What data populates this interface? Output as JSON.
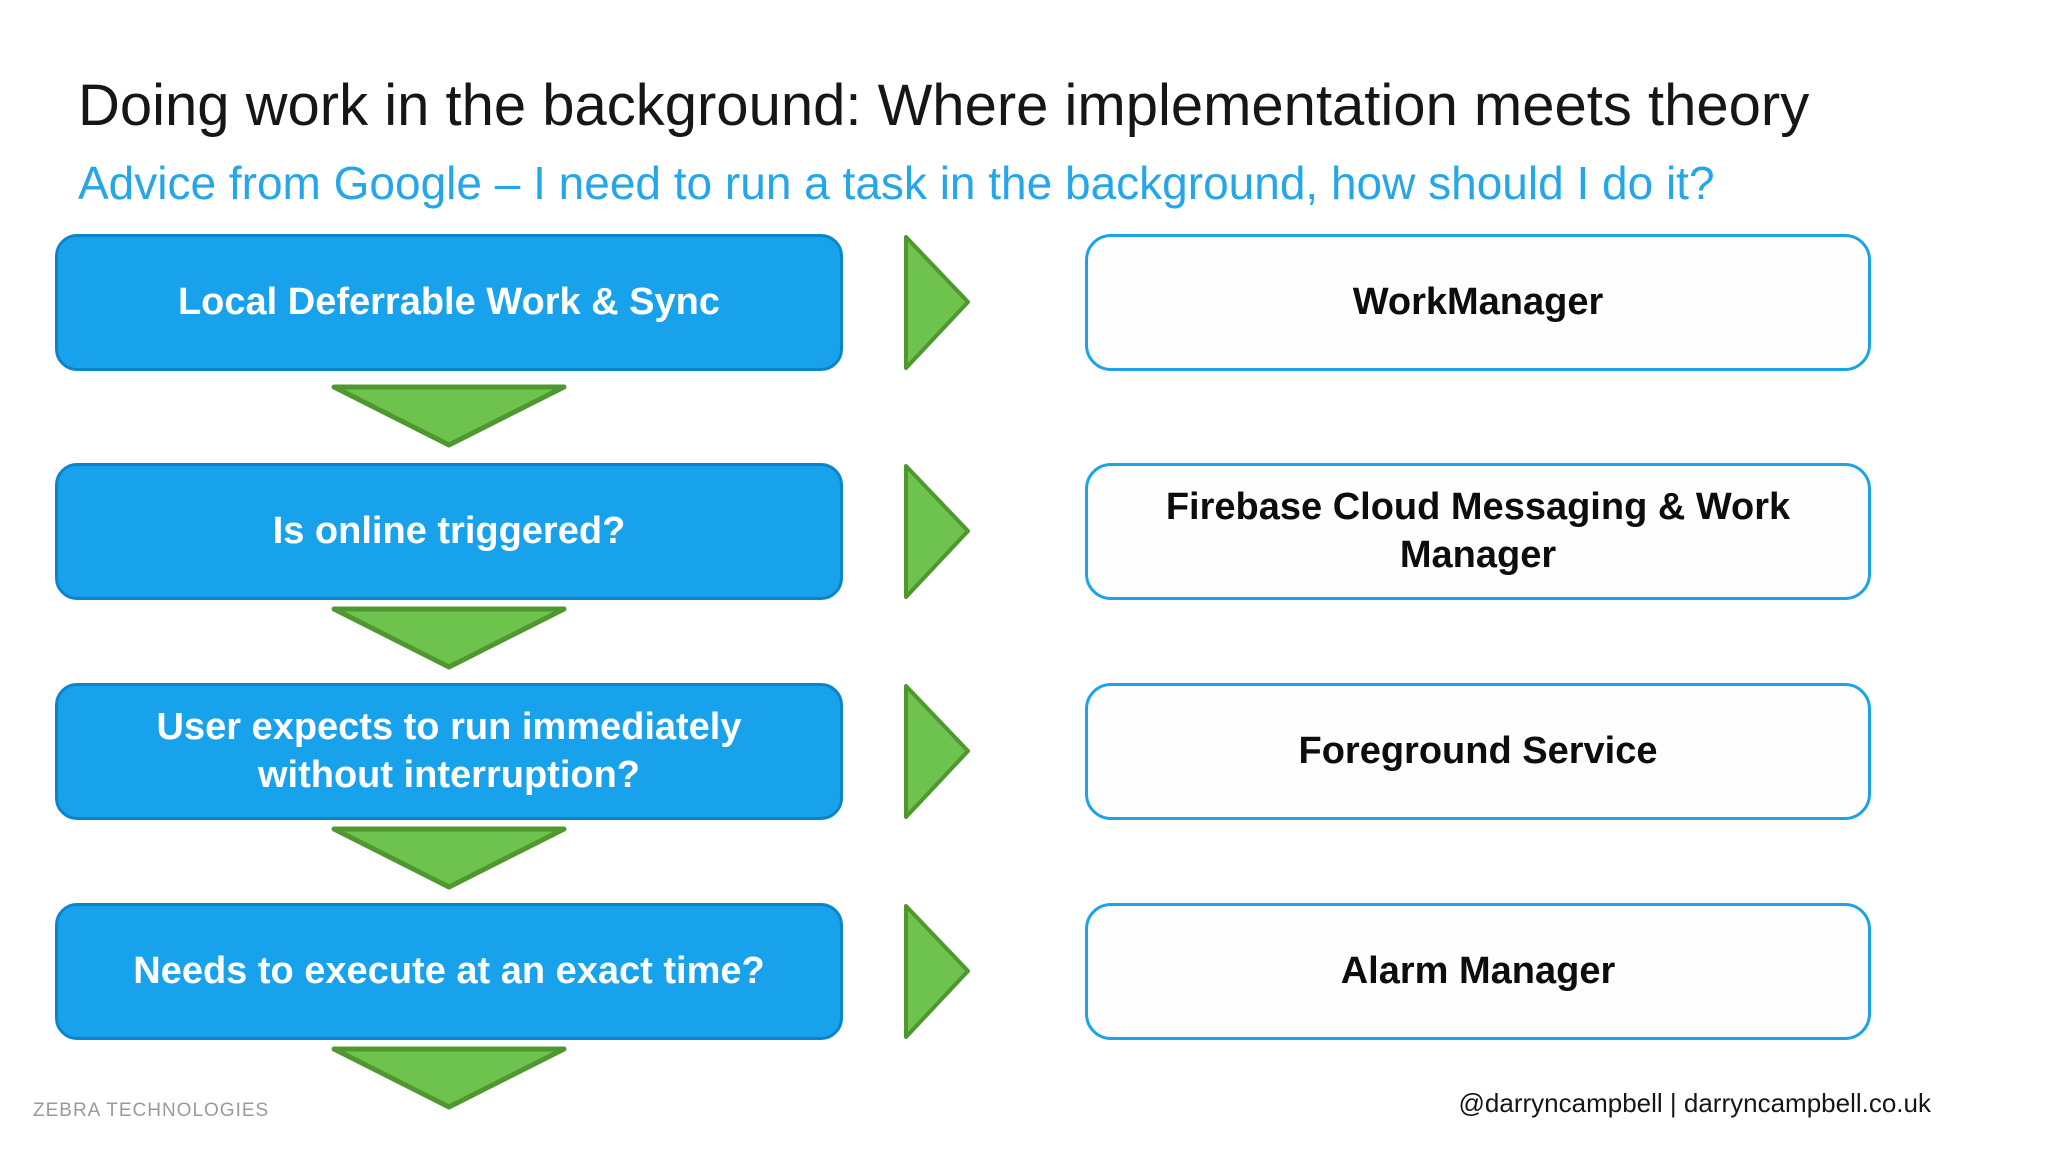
{
  "slide": {
    "title": "Doing work in the background: Where implementation meets theory",
    "subtitle": "Advice from Google – I need to run a task in the background, how should I do it?",
    "footer_left": "ZEBRA TECHNOLOGIES",
    "footer_right": "@darryncampbell | darryncampbell.co.uk"
  },
  "flowchart": {
    "rows": [
      {
        "question": "Local Deferrable Work & Sync",
        "answer": "WorkManager"
      },
      {
        "question": "Is online triggered?",
        "answer": "Firebase Cloud Messaging & Work Manager"
      },
      {
        "question": "User expects to run immediately without interruption?",
        "answer": "Foreground Service"
      },
      {
        "question": "Needs to execute at an exact time?",
        "answer": "Alarm Manager"
      }
    ]
  },
  "colors": {
    "question_fill": "#18a2ec",
    "question_border": "#0b85c9",
    "question_text": "#ffffff",
    "answer_fill": "#fdfefd",
    "answer_border": "#1ba3e9",
    "answer_text": "#0d0d0d",
    "arrow_fill": "#6ec24e",
    "arrow_border": "#4f982f",
    "title_color": "#161616",
    "subtitle_color": "#25a6e9",
    "footer_left_color": "#9a9a9a"
  }
}
